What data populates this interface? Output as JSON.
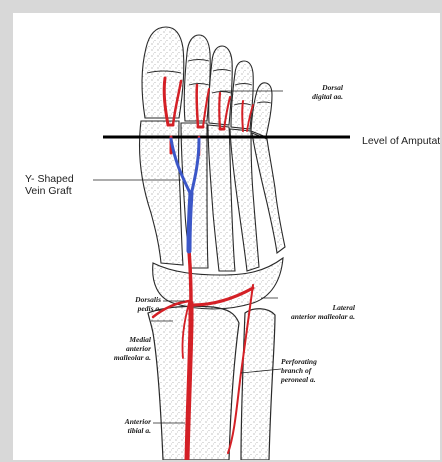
{
  "labels": {
    "level_of_amputation": "Level of Amputation",
    "y_shaped_vein_graft": "Y- Shaped\nVein Graft",
    "dorsal_digital": "Dorsal\ndigital aa.",
    "dorsalis_pedis": "Dorsalis\npedis a.",
    "lateral_anterior_malleolar": "Lateral\nanterior malleolar a.",
    "medial_anterior_malleolar": "Medial\nanterior\nmalleolar a.",
    "perforating_branch": "Perforating\nbranch of\nperoneal a.",
    "anterior_tibial": "Anterior\ntibial a."
  },
  "colors": {
    "artery": "#d42026",
    "vein_graft": "#3c57c8",
    "bone_outline": "#2a2a2a",
    "amputation_line": "#000000"
  }
}
